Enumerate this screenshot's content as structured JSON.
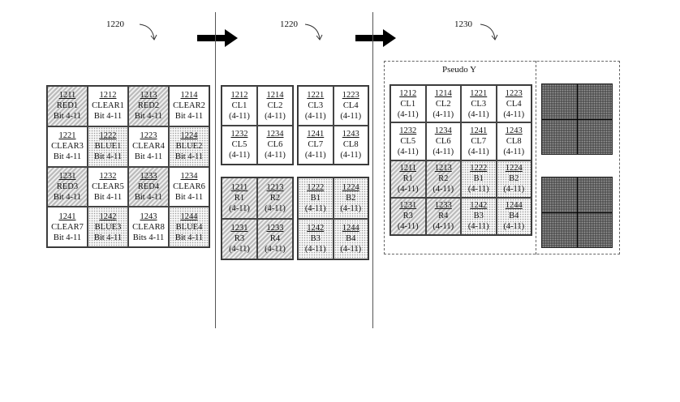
{
  "refs": [
    "1220",
    "1220",
    "1230"
  ],
  "pseudo_label": "Pseudo Y",
  "grid1": [
    [
      {
        "n": "1211",
        "c": "RED1",
        "b": "Bit 4-11",
        "t": "red"
      },
      {
        "n": "1212",
        "c": "CLEAR1",
        "b": "Bit 4-11",
        "t": "clear"
      },
      {
        "n": "1213",
        "c": "RED2",
        "b": "Bit 4-11",
        "t": "red"
      },
      {
        "n": "1214",
        "c": "CLEAR2",
        "b": "Bit 4-11",
        "t": "clear"
      }
    ],
    [
      {
        "n": "1221",
        "c": "CLEAR3",
        "b": "Bit 4-11",
        "t": "clear"
      },
      {
        "n": "1222",
        "c": "BLUE1",
        "b": "Bit 4-11",
        "t": "blue"
      },
      {
        "n": "1223",
        "c": "CLEAR4",
        "b": "Bit 4-11",
        "t": "clear"
      },
      {
        "n": "1224",
        "c": "BLUE2",
        "b": "Bit 4-11",
        "t": "blue"
      }
    ],
    [
      {
        "n": "1231",
        "c": "RED3",
        "b": "Bit 4-11",
        "t": "red"
      },
      {
        "n": "1232",
        "c": "CLEAR5",
        "b": "Bit 4-11",
        "t": "clear"
      },
      {
        "n": "1233",
        "c": "RED4",
        "b": "Bit 4-11",
        "t": "red"
      },
      {
        "n": "1234",
        "c": "CLEAR6",
        "b": "Bit 4-11",
        "t": "clear"
      }
    ],
    [
      {
        "n": "1241",
        "c": "CLEAR7",
        "b": "Bit 4-11",
        "t": "clear"
      },
      {
        "n": "1242",
        "c": "BLUE3",
        "b": "Bit 4-11",
        "t": "blue"
      },
      {
        "n": "1243",
        "c": "CLEAR8",
        "b": "Bits 4-11",
        "t": "clear"
      },
      {
        "n": "1244",
        "c": "BLUE4",
        "b": "Bit 4-11",
        "t": "blue"
      }
    ]
  ],
  "blocks": {
    "clear_a": [
      {
        "n": "1212",
        "c": "CL1",
        "b": "(4-11)",
        "t": "clear"
      },
      {
        "n": "1214",
        "c": "CL2",
        "b": "(4-11)",
        "t": "clear"
      },
      {
        "n": "1232",
        "c": "CL5",
        "b": "(4-11)",
        "t": "clear"
      },
      {
        "n": "1234",
        "c": "CL6",
        "b": "(4-11)",
        "t": "clear"
      }
    ],
    "clear_b": [
      {
        "n": "1221",
        "c": "CL3",
        "b": "(4-11)",
        "t": "clear"
      },
      {
        "n": "1223",
        "c": "CL4",
        "b": "(4-11)",
        "t": "clear"
      },
      {
        "n": "1241",
        "c": "CL7",
        "b": "(4-11)",
        "t": "clear"
      },
      {
        "n": "1243",
        "c": "CL8",
        "b": "(4-11)",
        "t": "clear"
      }
    ],
    "red": [
      {
        "n": "1211",
        "c": "R1",
        "b": "(4-11)",
        "t": "red"
      },
      {
        "n": "1213",
        "c": "R2",
        "b": "(4-11)",
        "t": "red"
      },
      {
        "n": "1231",
        "c": "R3",
        "b": "(4-11)",
        "t": "red"
      },
      {
        "n": "1233",
        "c": "R4",
        "b": "(4-11)",
        "t": "red"
      }
    ],
    "blue": [
      {
        "n": "1222",
        "c": "B1",
        "b": "(4-11)",
        "t": "blue"
      },
      {
        "n": "1224",
        "c": "B2",
        "b": "(4-11)",
        "t": "blue"
      },
      {
        "n": "1242",
        "c": "B3",
        "b": "(4-11)",
        "t": "blue"
      },
      {
        "n": "1244",
        "c": "B4",
        "b": "(4-11)",
        "t": "blue"
      }
    ]
  },
  "grid3": [
    [
      {
        "n": "1212",
        "c": "CL1",
        "b": "(4-11)",
        "t": "clear"
      },
      {
        "n": "1214",
        "c": "CL2",
        "b": "(4-11)",
        "t": "clear"
      },
      {
        "n": "1221",
        "c": "CL3",
        "b": "(4-11)",
        "t": "clear"
      },
      {
        "n": "1223",
        "c": "CL4",
        "b": "(4-11)",
        "t": "clear"
      }
    ],
    [
      {
        "n": "1232",
        "c": "CL5",
        "b": "(4-11)",
        "t": "clear"
      },
      {
        "n": "1234",
        "c": "CL6",
        "b": "(4-11)",
        "t": "clear"
      },
      {
        "n": "1241",
        "c": "CL7",
        "b": "(4-11)",
        "t": "clear"
      },
      {
        "n": "1243",
        "c": "CL8",
        "b": "(4-11)",
        "t": "clear"
      }
    ],
    [
      {
        "n": "1211",
        "c": "R1",
        "b": "(4-11)",
        "t": "red"
      },
      {
        "n": "1213",
        "c": "R2",
        "b": "(4-11)",
        "t": "red"
      },
      {
        "n": "1222",
        "c": "B1",
        "b": "(4-11)",
        "t": "blue"
      },
      {
        "n": "1224",
        "c": "B2",
        "b": "(4-11)",
        "t": "blue"
      }
    ],
    [
      {
        "n": "1231",
        "c": "R3",
        "b": "(4-11)",
        "t": "red"
      },
      {
        "n": "1233",
        "c": "R4",
        "b": "(4-11)",
        "t": "red"
      },
      {
        "n": "1242",
        "c": "B3",
        "b": "(4-11)",
        "t": "blue"
      },
      {
        "n": "1244",
        "c": "B4",
        "b": "(4-11)",
        "t": "blue"
      }
    ]
  ]
}
